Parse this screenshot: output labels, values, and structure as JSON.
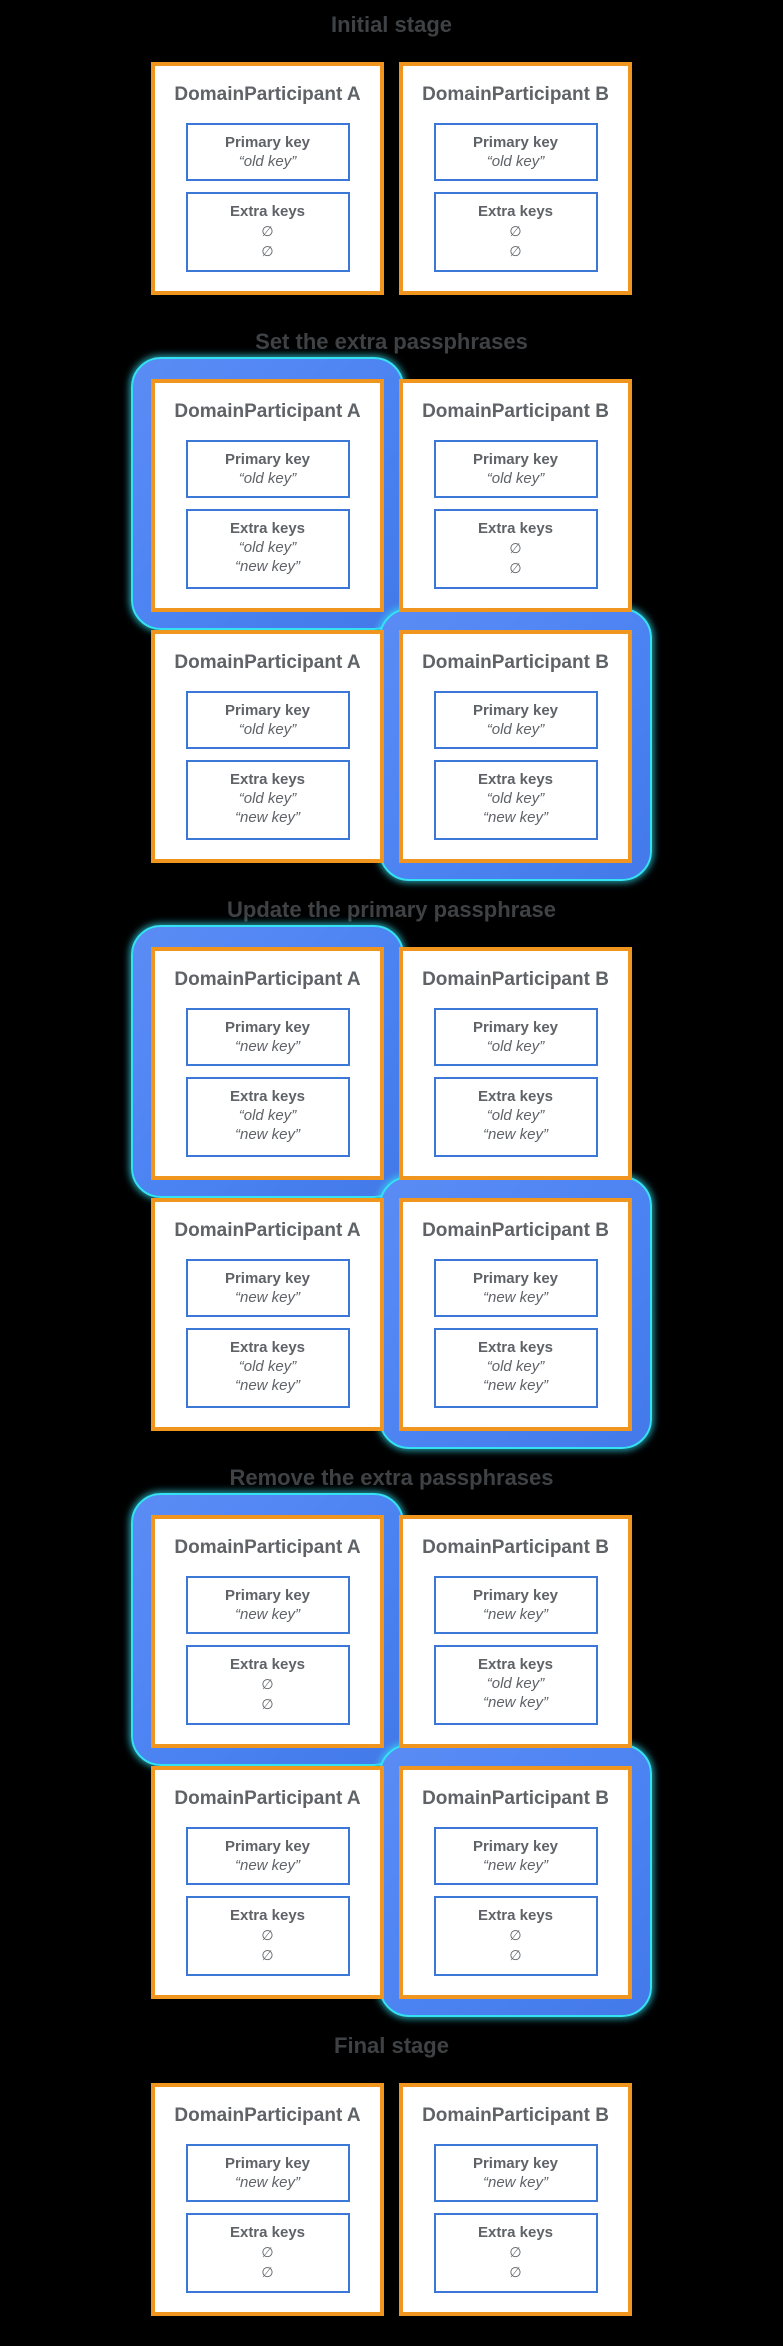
{
  "colors": {
    "background": "#000000",
    "box_border_orange": "#F0961E",
    "inner_border_blue": "#3C78D8",
    "highlight_fill_blue": "#4A82F2",
    "highlight_glow_cyan": "#34E2F2",
    "title_text": "#3F4245",
    "box_text": "#5F6368"
  },
  "labels": {
    "primary_key": "Primary key",
    "extra_keys": "Extra keys",
    "empty_symbol": "∅"
  },
  "stages": [
    {
      "title": "Initial stage",
      "rows": [
        [
          {
            "name": "DomainParticipant A",
            "highlighted": false,
            "primary": "“old key”",
            "extra": [
              "∅",
              "∅"
            ]
          },
          {
            "name": "DomainParticipant B",
            "highlighted": false,
            "primary": "“old key”",
            "extra": [
              "∅",
              "∅"
            ]
          }
        ]
      ]
    },
    {
      "title": "Set the extra passphrases",
      "rows": [
        [
          {
            "name": "DomainParticipant A",
            "highlighted": true,
            "primary": "“old key”",
            "extra": [
              "“old key”",
              "“new key”"
            ]
          },
          {
            "name": "DomainParticipant B",
            "highlighted": false,
            "primary": "“old key”",
            "extra": [
              "∅",
              "∅"
            ]
          }
        ],
        [
          {
            "name": "DomainParticipant A",
            "highlighted": false,
            "primary": "“old key”",
            "extra": [
              "“old key”",
              "“new key”"
            ]
          },
          {
            "name": "DomainParticipant B",
            "highlighted": true,
            "primary": "“old key”",
            "extra": [
              "“old key”",
              "“new key”"
            ]
          }
        ]
      ]
    },
    {
      "title": "Update the primary passphrase",
      "rows": [
        [
          {
            "name": "DomainParticipant A",
            "highlighted": true,
            "primary": "“new key”",
            "extra": [
              "“old key”",
              "“new key”"
            ]
          },
          {
            "name": "DomainParticipant B",
            "highlighted": false,
            "primary": "“old key”",
            "extra": [
              "“old key”",
              "“new key”"
            ]
          }
        ],
        [
          {
            "name": "DomainParticipant A",
            "highlighted": false,
            "primary": "“new key”",
            "extra": [
              "“old key”",
              "“new key”"
            ]
          },
          {
            "name": "DomainParticipant B",
            "highlighted": true,
            "primary": "“new key”",
            "extra": [
              "“old key”",
              "“new key”"
            ]
          }
        ]
      ]
    },
    {
      "title": "Remove the extra passphrases",
      "rows": [
        [
          {
            "name": "DomainParticipant A",
            "highlighted": true,
            "primary": "“new key”",
            "extra": [
              "∅",
              "∅"
            ]
          },
          {
            "name": "DomainParticipant B",
            "highlighted": false,
            "primary": "“new key”",
            "extra": [
              "“old key”",
              "“new key”"
            ]
          }
        ],
        [
          {
            "name": "DomainParticipant A",
            "highlighted": false,
            "primary": "“new key”",
            "extra": [
              "∅",
              "∅"
            ]
          },
          {
            "name": "DomainParticipant B",
            "highlighted": true,
            "primary": "“new key”",
            "extra": [
              "∅",
              "∅"
            ]
          }
        ]
      ]
    },
    {
      "title": "Final stage",
      "rows": [
        [
          {
            "name": "DomainParticipant A",
            "highlighted": false,
            "primary": "“new key”",
            "extra": [
              "∅",
              "∅"
            ]
          },
          {
            "name": "DomainParticipant B",
            "highlighted": false,
            "primary": "“new key”",
            "extra": [
              "∅",
              "∅"
            ]
          }
        ]
      ]
    }
  ]
}
